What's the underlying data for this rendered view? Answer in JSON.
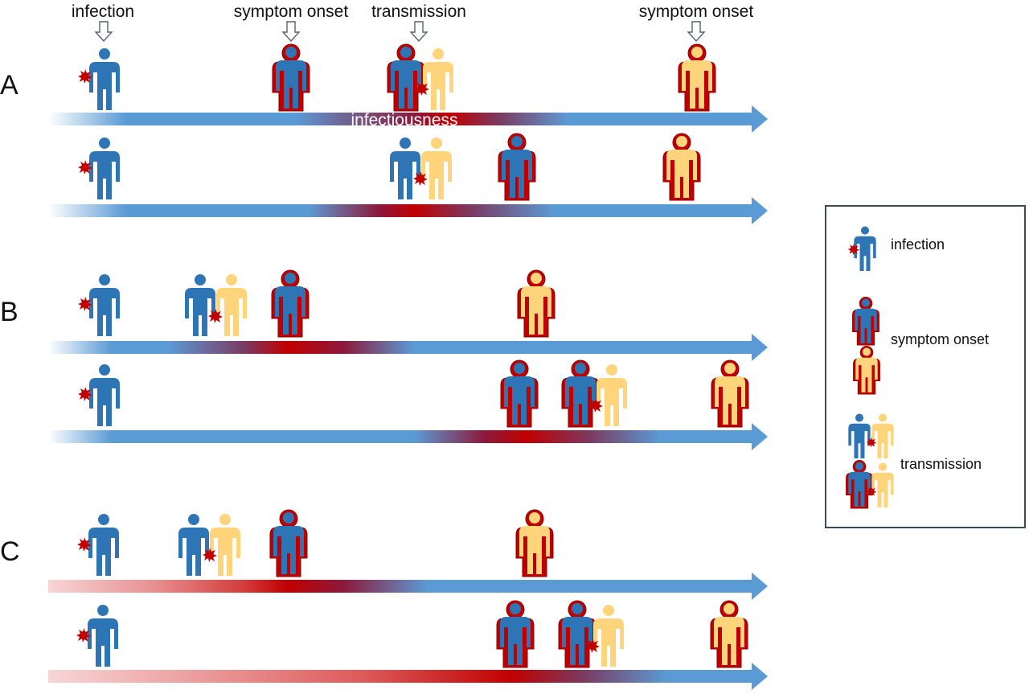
{
  "header": {
    "infection": "infection",
    "symptom_onset_1": "symptom onset",
    "transmission": "transmission",
    "symptom_onset_2": "symptom onset"
  },
  "panels": {
    "a": "A",
    "b": "B",
    "c": "C"
  },
  "timeline": {
    "infectiousness_label": "infectiousness"
  },
  "legend": {
    "infection": "infection",
    "symptom_onset": "symptom onset",
    "transmission": "transmission"
  },
  "colors": {
    "blue": "#2e75b6",
    "arrow_blue": "#5b9bd5",
    "red": "#c00000",
    "dark_red": "#8b0000",
    "yellow": "#ffd47a",
    "legend_border": "#3c4a5a"
  }
}
